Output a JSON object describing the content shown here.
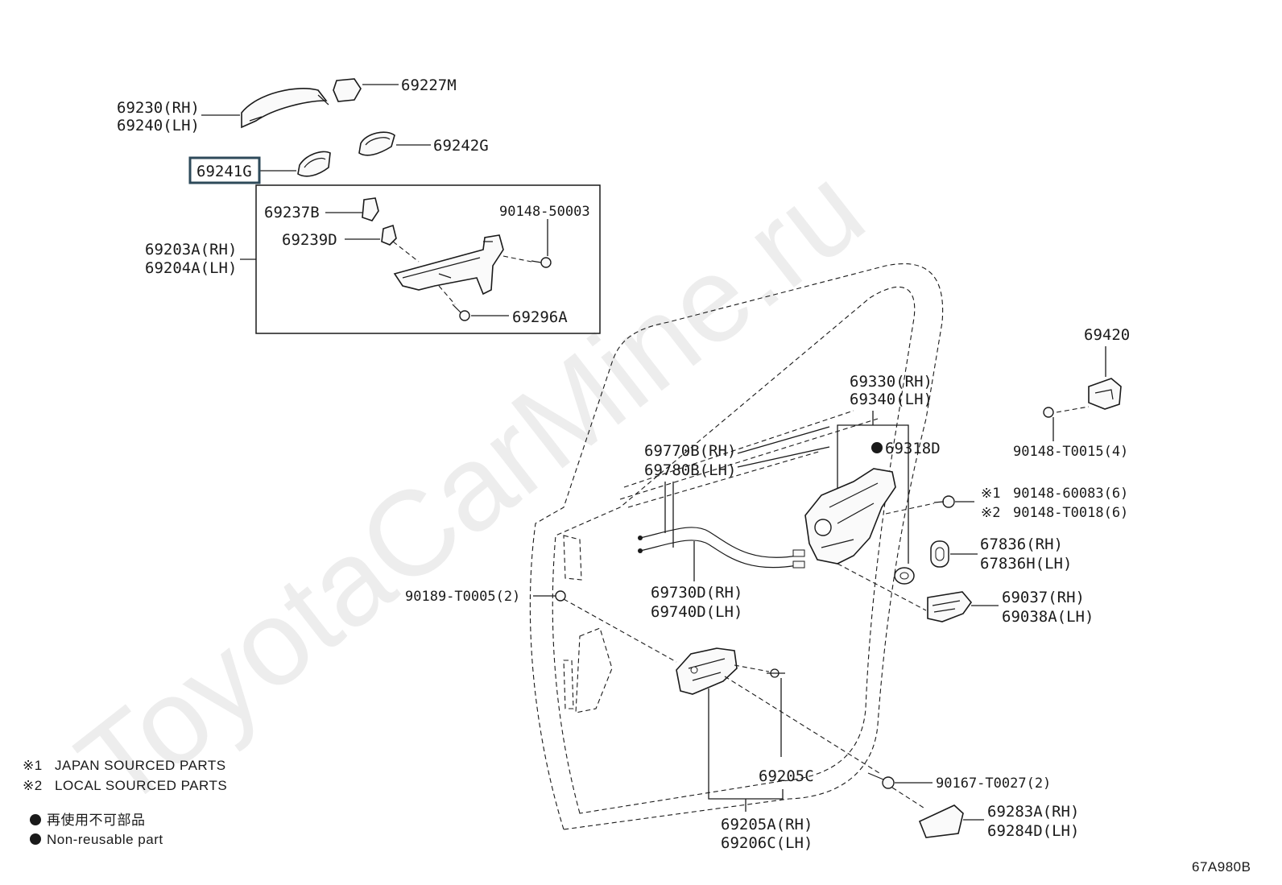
{
  "watermark": "ToyotaCarMine.ru",
  "diagram_code": "67A980B",
  "highlighted_part": "69241G",
  "labels": {
    "p69230": "69230(RH)",
    "p69240": "69240(LH)",
    "p69227M": "69227M",
    "p69242G": "69242G",
    "p69241G": "69241G",
    "p69237B": "69237B",
    "p90148_50003": "90148-50003",
    "p69239D": "69239D",
    "p69203A": "69203A(RH)",
    "p69204A": "69204A(LH)",
    "p69296A": "69296A",
    "p69420": "69420",
    "p69330": "69330(RH)",
    "p69340": "69340(LH)",
    "p69318D": "69318D",
    "p90148_T0015": "90148-T0015(4)",
    "p69770B": "69770B(RH)",
    "p69780B": "69780B(LH)",
    "p90148_60083": "90148-60083(6)",
    "p90148_T0018": "90148-T0018(6)",
    "p67836": "67836(RH)",
    "p67836H": "67836H(LH)",
    "p69730D": "69730D(RH)",
    "p69740D": "69740D(LH)",
    "p69037": "69037(RH)",
    "p69038A": "69038A(LH)",
    "p90189_T0005": "90189-T0005(2)",
    "p69205C": "69205C",
    "p90167_T0027": "90167-T0027(2)",
    "p69205A": "69205A(RH)",
    "p69206C": "69206C(LH)",
    "p69283A": "69283A(RH)",
    "p69284D": "69284D(LH)"
  },
  "markers": {
    "note1_mark": "※1",
    "note2_mark": "※2"
  },
  "legend": {
    "note1": "JAPAN SOURCED PARTS",
    "note2": "LOCAL SOURCED PARTS",
    "nonreuse_jp": "再使用不可部品",
    "nonreuse_en": "Non-reusable part"
  }
}
